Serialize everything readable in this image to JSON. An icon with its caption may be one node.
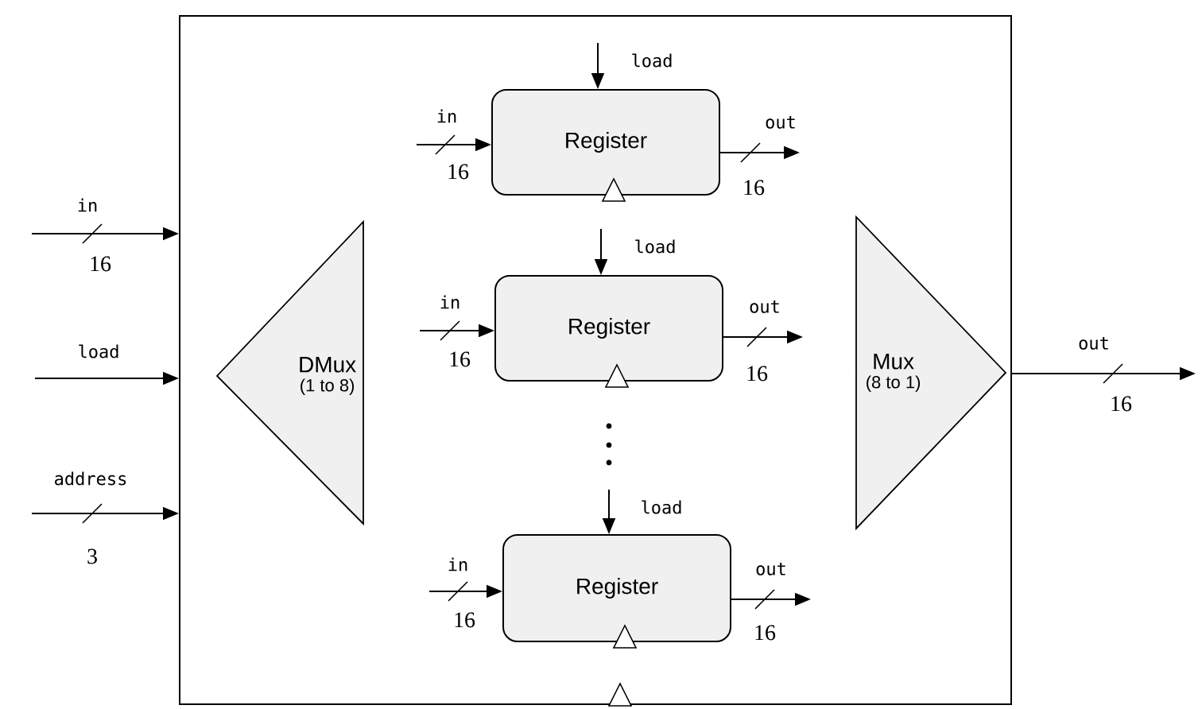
{
  "diagram": {
    "nodes": [
      {
        "text": [],
        "shape": "box"
      },
      {
        "text": [
          "DMux",
          "(1 to 8)"
        ],
        "in": 0
      },
      {
        "text": [
          "Register"
        ],
        "in": 0
      },
      {
        "text": [
          "Register"
        ],
        "in": 0
      },
      {
        "text": [
          "Register"
        ],
        "in": 0
      },
      {
        "text": [
          "Mux",
          "(8 to 1)"
        ],
        "in": 0
      }
    ],
    "edges": [
      {
        "from": null,
        "to": 0,
        "arrow": "to",
        "label": "in"
      },
      {
        "from": null,
        "to": 0,
        "arrow": "to",
        "label": "load"
      },
      {
        "from": null,
        "to": 0,
        "arrow": "to",
        "label": "address"
      },
      {
        "from": 0,
        "to": null,
        "arrow": "to",
        "label": "out"
      },
      {
        "from": null,
        "to": 2,
        "arrow": "to",
        "label": "load"
      },
      {
        "from": null,
        "to": 2,
        "arrow": "to",
        "label": "in"
      },
      {
        "from": 2,
        "to": null,
        "arrow": "to",
        "label": "out"
      },
      {
        "from": null,
        "to": 3,
        "arrow": "to",
        "label": "load"
      },
      {
        "from": null,
        "to": 3,
        "arrow": "to",
        "label": "in"
      },
      {
        "from": 3,
        "to": null,
        "arrow": "to",
        "label": "out"
      },
      {
        "from": null,
        "to": 4,
        "arrow": "to",
        "label": "load"
      },
      {
        "from": null,
        "to": 4,
        "arrow": "to",
        "label": "in"
      },
      {
        "from": 4,
        "to": null,
        "arrow": "to",
        "label": "out"
      }
    ],
    "labels": [
      "16",
      "16",
      "16",
      "16",
      "16",
      "16",
      "3",
      "16",
      "16"
    ]
  }
}
